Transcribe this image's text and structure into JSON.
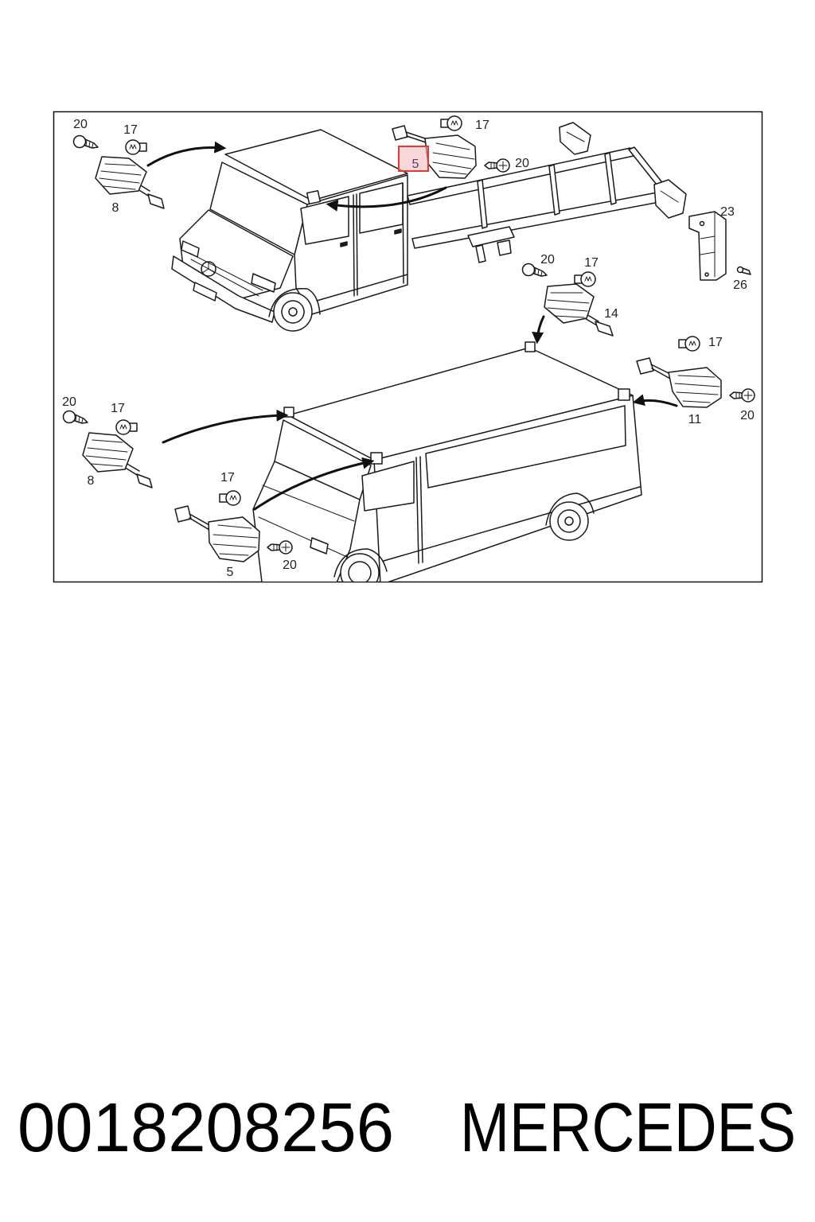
{
  "colors": {
    "line": "#1a1a1a",
    "highlight_stroke": "#e53935",
    "highlight_fill": "#f4b6ba",
    "highlight_text": "#5b3a6e",
    "caption": "#000000"
  },
  "diagram": {
    "callouts": [
      {
        "label": "20"
      },
      {
        "label": "17"
      },
      {
        "label": "8"
      },
      {
        "label": "17"
      },
      {
        "label": "5",
        "highlighted": true
      },
      {
        "label": "20"
      },
      {
        "label": "23"
      },
      {
        "label": "26"
      },
      {
        "label": "20"
      },
      {
        "label": "17"
      },
      {
        "label": "14"
      },
      {
        "label": "17"
      },
      {
        "label": "11"
      },
      {
        "label": "20"
      },
      {
        "label": "20"
      },
      {
        "label": "17"
      },
      {
        "label": "8"
      },
      {
        "label": "17"
      },
      {
        "label": "5"
      },
      {
        "label": "20"
      }
    ]
  },
  "caption": {
    "part_number": "0018208256",
    "brand": "MERCEDES"
  }
}
